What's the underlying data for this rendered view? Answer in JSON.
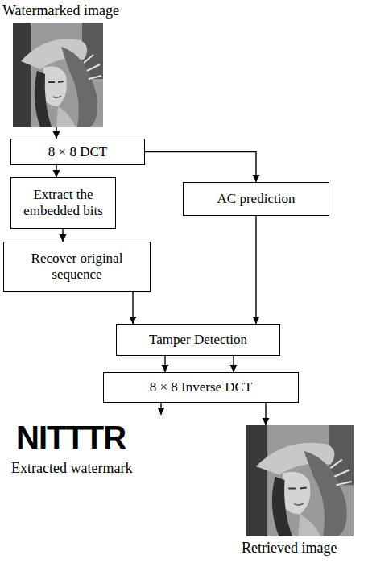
{
  "diagram": {
    "nodes": [
      {
        "text": [
          "Watermarked image"
        ]
      },
      {
        "text": [
          "8 × 8 DCT"
        ]
      },
      {
        "text": [
          "Extract the embedded bits"
        ]
      },
      {
        "text": [
          "AC prediction"
        ]
      },
      {
        "text": [
          "Recover original sequence"
        ]
      },
      {
        "text": [
          "Tamper Detection"
        ]
      },
      {
        "text": [
          "8 × 8 Inverse DCT"
        ]
      },
      {
        "text": [
          "NITTTR",
          "Extracted watermark"
        ]
      },
      {
        "text": [
          "Retrieved image"
        ]
      }
    ],
    "edges": [
      {
        "from": 0,
        "to": 1,
        "arrow": "to"
      },
      {
        "from": 1,
        "to": 2,
        "arrow": "to"
      },
      {
        "from": 1,
        "to": 3,
        "arrow": "to"
      },
      {
        "from": 2,
        "to": 4,
        "arrow": "to"
      },
      {
        "from": 4,
        "to": 5,
        "arrow": "to"
      },
      {
        "from": 3,
        "to": 5,
        "arrow": "to"
      },
      {
        "from": 5,
        "to": 6,
        "arrow": "to"
      },
      {
        "from": 5,
        "to": 6,
        "arrow": "to"
      },
      {
        "from": 6,
        "to": 7,
        "arrow": "to"
      },
      {
        "from": 6,
        "to": 8,
        "arrow": "to"
      }
    ]
  }
}
